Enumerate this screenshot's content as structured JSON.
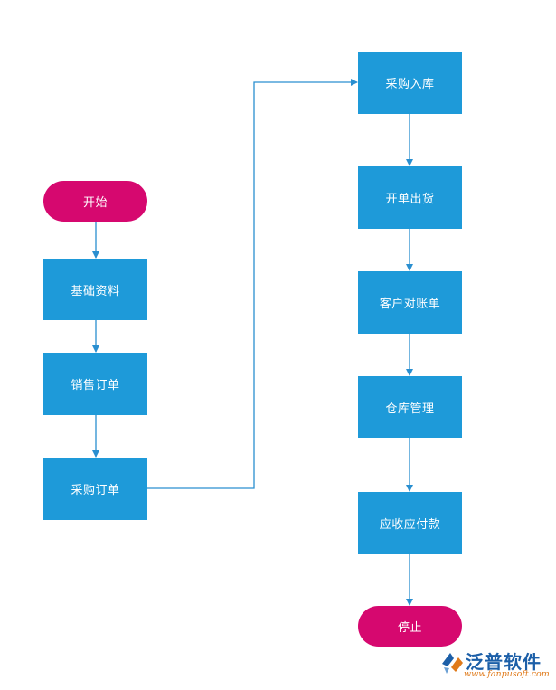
{
  "colors": {
    "process": "#1e9ad9",
    "terminal": "#d6086f",
    "connector": "#2a8fd0",
    "logo_primary": "#1c5fa8",
    "logo_secondary": "#e07a1a"
  },
  "nodes": {
    "start": "开始",
    "basic_data": "基础资料",
    "sales_order": "销售订单",
    "purchase_order": "采购订单",
    "purchase_inbound": "采购入库",
    "invoice_shipment": "开单出货",
    "customer_reconciliation": "客户对账单",
    "warehouse_management": "仓库管理",
    "receivables_payables": "应收应付款",
    "stop": "停止"
  },
  "logo": {
    "brand": "泛普软件",
    "url": "www.fanpusoft.com"
  }
}
